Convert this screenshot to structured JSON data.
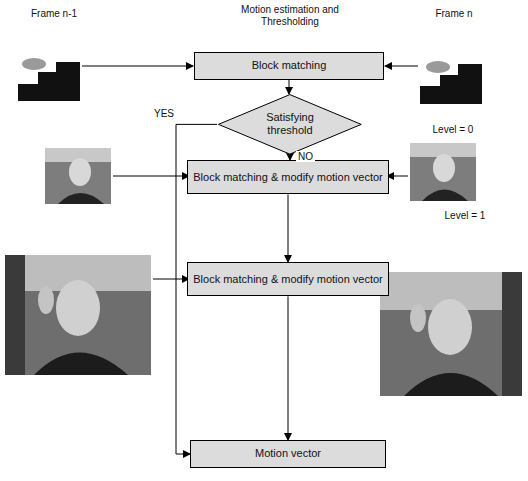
{
  "diagram": {
    "nodes": [
      {
        "text": [
          "Block matching"
        ]
      },
      {
        "text": [
          "Satisfying threshold"
        ]
      },
      {
        "text": [
          "Block matching & modify motion vector"
        ]
      },
      {
        "text": [
          "Block matching & modify motion vector"
        ]
      },
      {
        "text": [
          "Motion vector"
        ]
      }
    ],
    "edges": [
      {
        "from": 0,
        "to": 1,
        "arrow": "to"
      },
      {
        "from": 1,
        "to": 2,
        "label": "NO",
        "arrow": "to"
      },
      {
        "from": 1,
        "to": 4,
        "label": "YES",
        "arrow": "to"
      },
      {
        "from": 2,
        "to": 3,
        "arrow": "to"
      },
      {
        "from": 3,
        "to": 4,
        "arrow": "to"
      }
    ],
    "labels": [
      "Frame n-1",
      "Motion estimation and Thresholding",
      "Frame n",
      "Level = 0",
      "Level = 1"
    ]
  }
}
